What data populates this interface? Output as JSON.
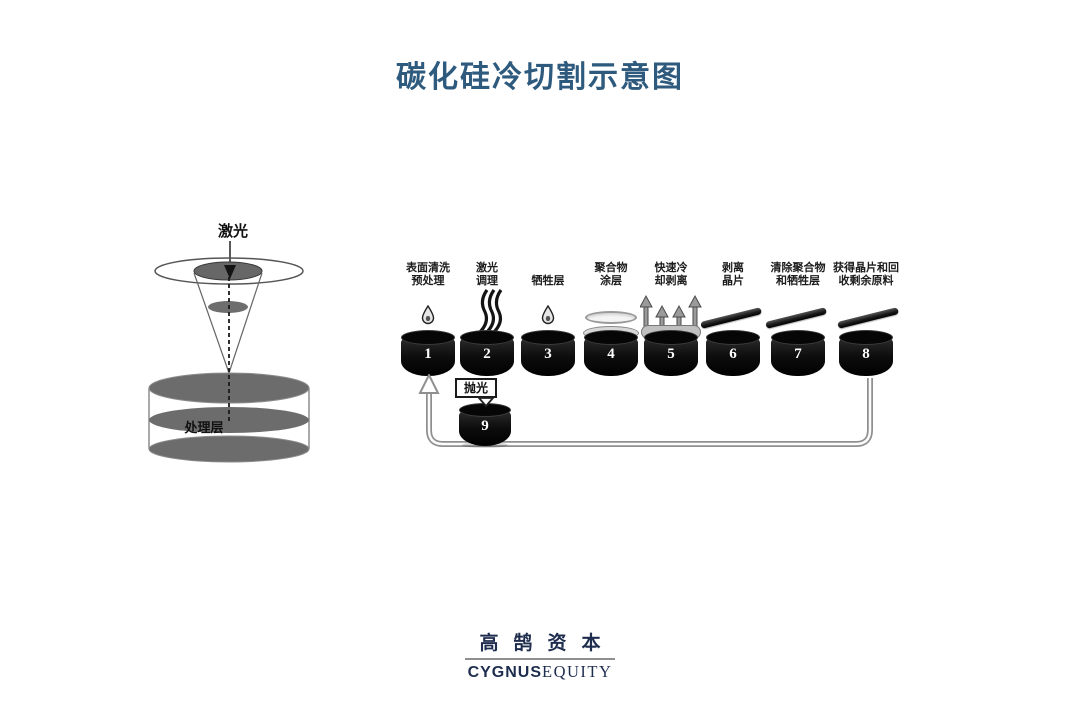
{
  "title": "碳化硅冷切割示意图",
  "colors": {
    "title_blue": "#2e5a7e",
    "logo_navy": "#1e2c4e",
    "diagram_gray": "#6c6c6c",
    "cylinder_black": "#0d0d0d"
  },
  "laser_diagram": {
    "laser_label": "激光",
    "layer_label": "处理层"
  },
  "flow": {
    "steps": [
      {
        "num": "1",
        "label": "表面清洗\n预处理",
        "icon": "droplet"
      },
      {
        "num": "2",
        "label": "激光\n调理",
        "icon": "laser-beams"
      },
      {
        "num": "3",
        "label": "牺牲层",
        "icon": "droplet"
      },
      {
        "num": "4",
        "label": "聚合物\n涂层",
        "icon": "coating-disk"
      },
      {
        "num": "5",
        "label": "快速冷\n却剥离",
        "icon": "cooling-arrows"
      },
      {
        "num": "6",
        "label": "剥离\n晶片",
        "icon": "lifted-wafer"
      },
      {
        "num": "7",
        "label": "清除聚合物\n和牺牲层",
        "icon": "lifted-wafer"
      },
      {
        "num": "8",
        "label": "获得晶片和回\n收剩余原料",
        "icon": "lifted-wafer"
      }
    ],
    "polish_label": "抛光",
    "polish_step_num": "9"
  },
  "footer": {
    "logo_cn": "高鹄资本",
    "logo_en_bold": "CYGNUS",
    "logo_en_serif": "EQUITY"
  }
}
